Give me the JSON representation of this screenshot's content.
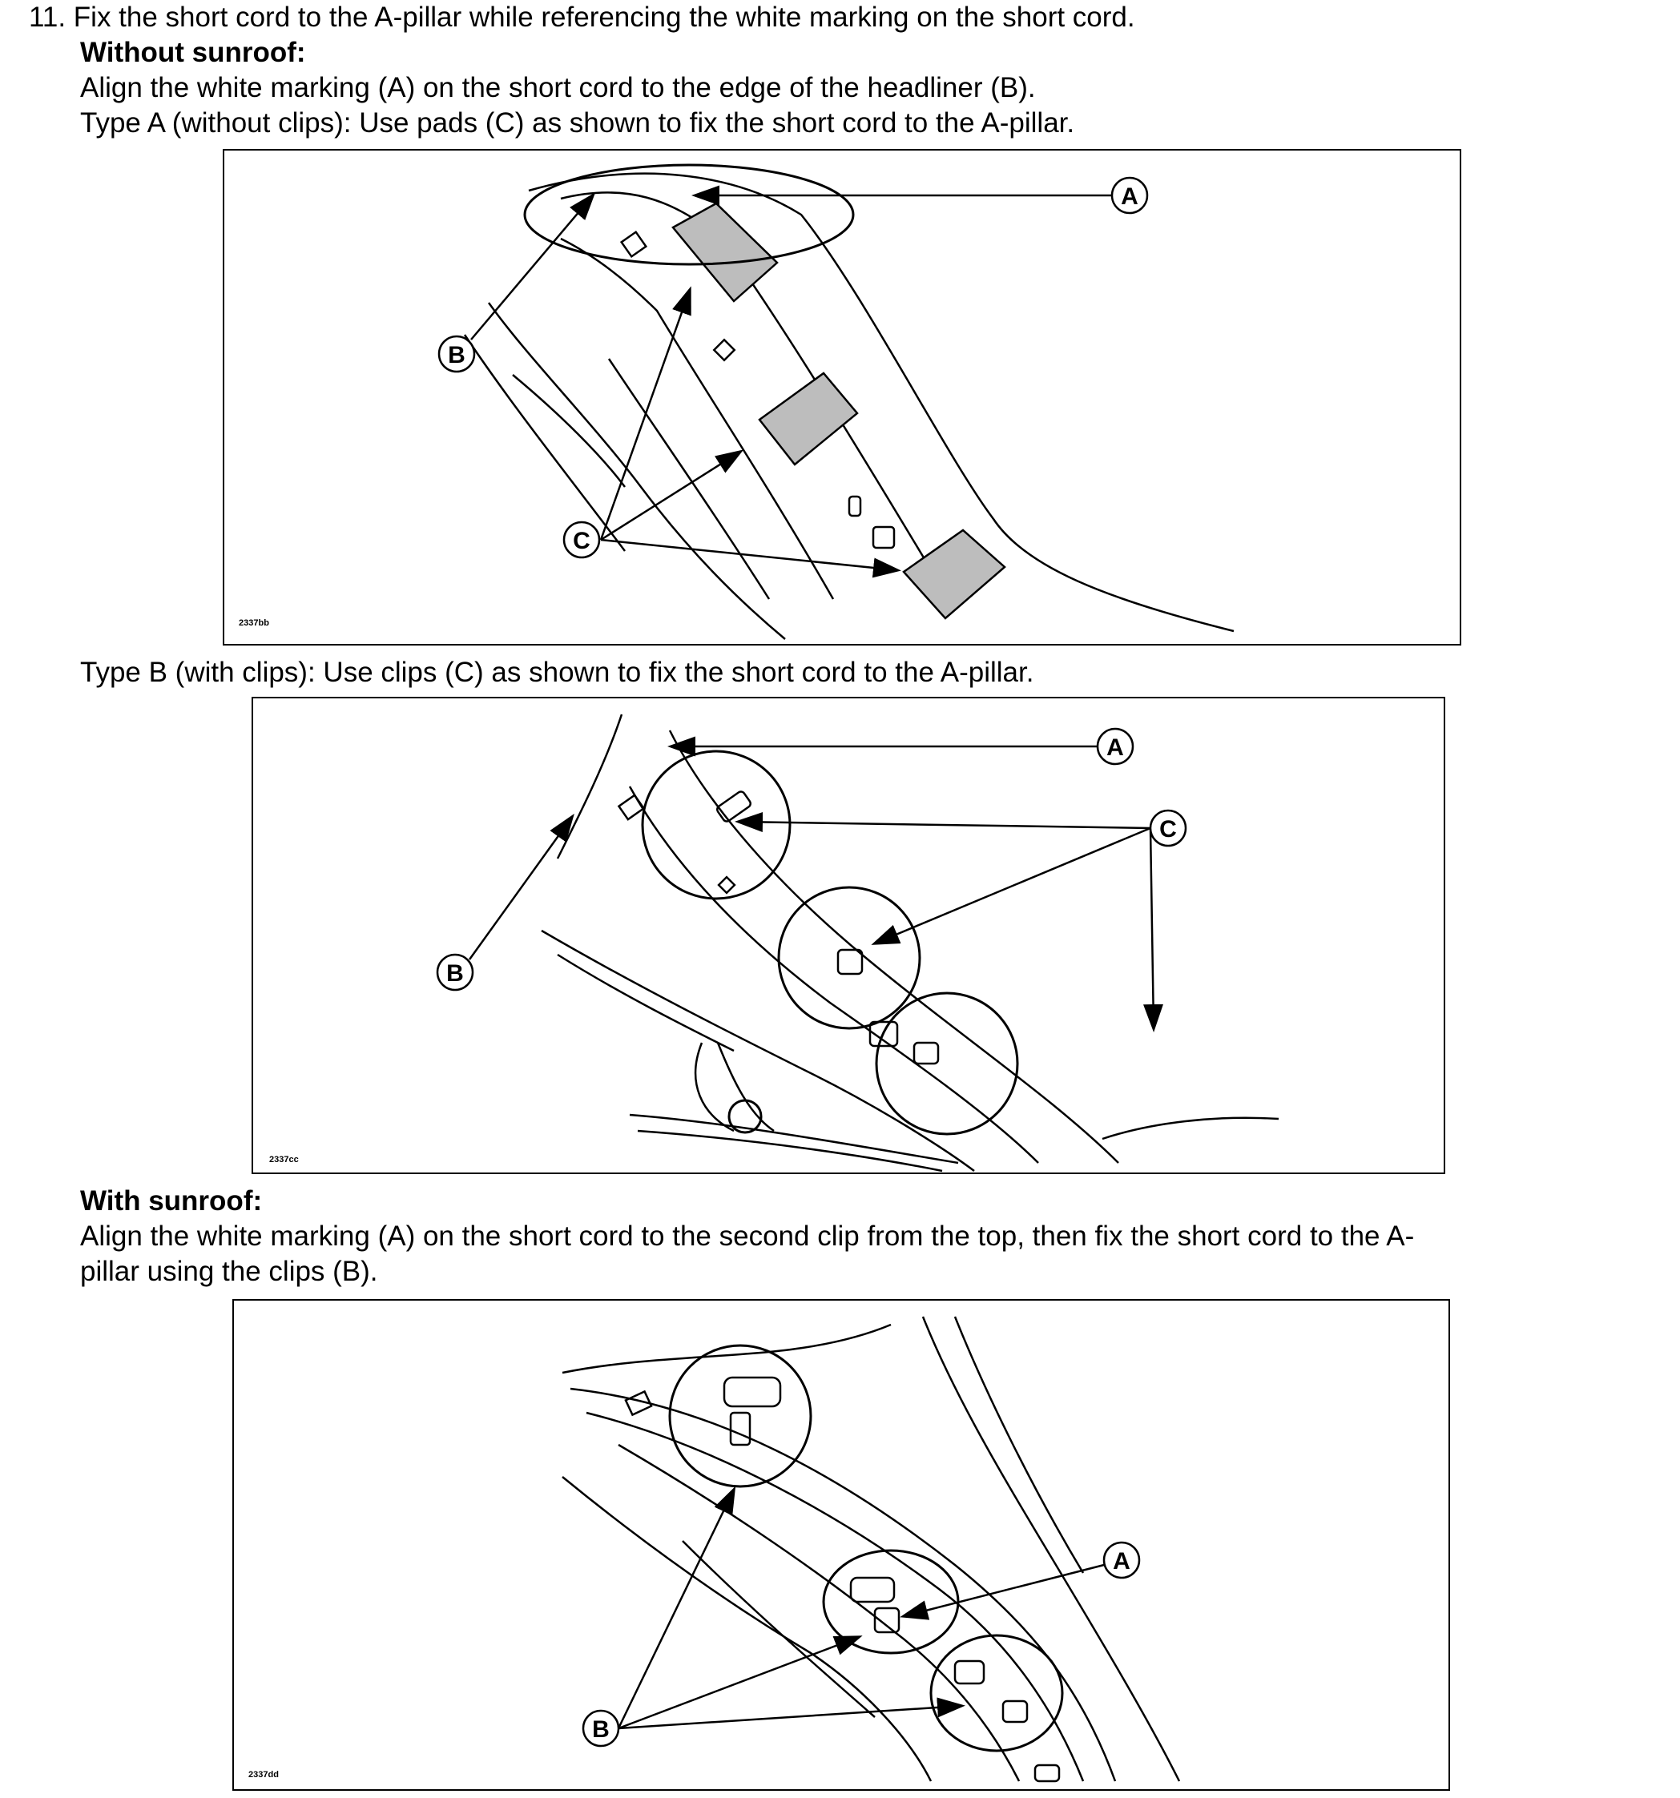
{
  "step": {
    "number": "11.",
    "text": "Fix the short cord to the A-pillar while referencing the white marking on the short cord."
  },
  "without_sunroof": {
    "heading": "Without sunroof:",
    "line1": "Align the white marking (A) on the short cord to the edge of the headliner (B).",
    "type_a": "Type A (without clips): Use pads (C) as shown to fix the short cord to the A-pillar.",
    "type_b": "Type B (with clips): Use clips (C) as shown to fix the short cord to the A-pillar."
  },
  "with_sunroof": {
    "heading": "With sunroof:",
    "line1": "Align the white marking (A) on the short cord to the second clip from the top, then fix the short cord to the A-",
    "line2": "pillar using the clips (B)."
  },
  "figures": [
    {
      "code": "2337bb",
      "callouts": [
        "A",
        "B",
        "C"
      ]
    },
    {
      "code": "2337cc",
      "callouts": [
        "A",
        "C",
        "B"
      ]
    },
    {
      "code": "2337dd",
      "callouts": [
        "A",
        "B"
      ]
    }
  ]
}
